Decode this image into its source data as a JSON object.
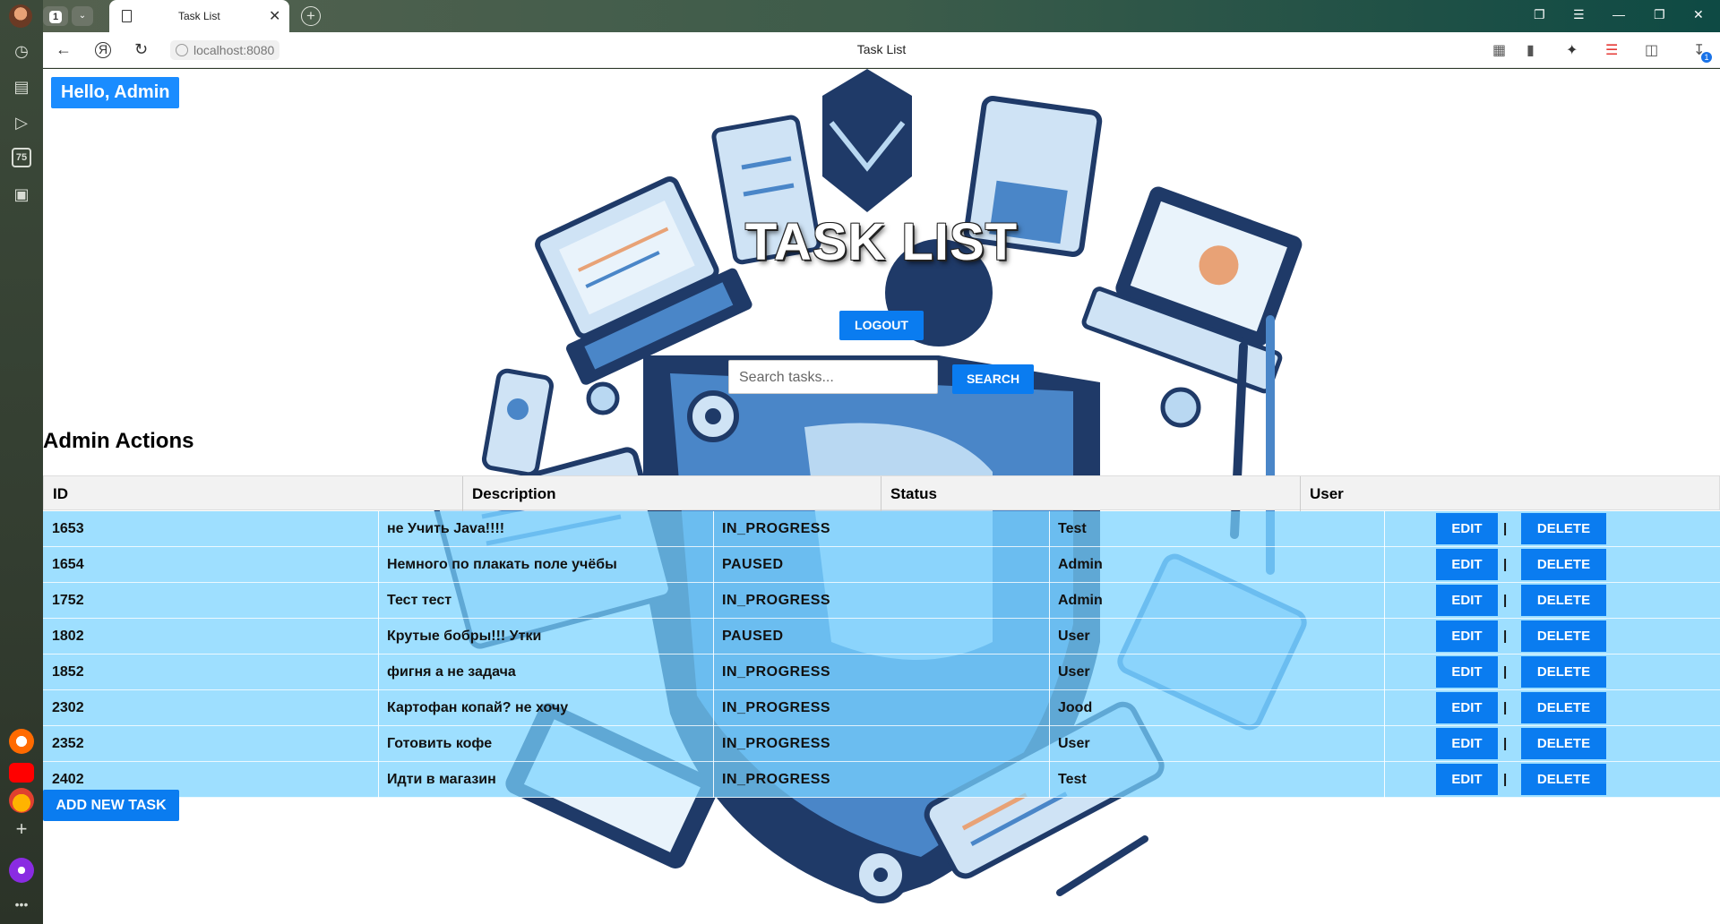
{
  "browser": {
    "tab_count": "1",
    "tab_title": "Task List",
    "url": "localhost:8080",
    "page_title": "Task List",
    "sidebar_badge": "75",
    "download_badge": "1"
  },
  "header": {
    "greeting": "Hello, Admin",
    "title": "TASK LIST",
    "logout_label": "LOGOUT",
    "search_placeholder": "Search tasks...",
    "search_label": "SEARCH"
  },
  "admin": {
    "section_title": "Admin Actions",
    "columns": [
      "ID",
      "Description",
      "Status",
      "User"
    ],
    "edit_label": "EDIT",
    "delete_label": "DELETE",
    "separator": "|",
    "add_label": "ADD NEW TASK",
    "rows": [
      {
        "id": "1653",
        "description": "не Учить Java!!!!",
        "status": "IN_PROGRESS",
        "user": "Test"
      },
      {
        "id": "1654",
        "description": "Немного по плакать поле учёбы",
        "status": "PAUSED",
        "user": "Admin"
      },
      {
        "id": "1752",
        "description": "Тест тест",
        "status": "IN_PROGRESS",
        "user": "Admin"
      },
      {
        "id": "1802",
        "description": "Крутые бобры!!! Утки",
        "status": "PAUSED",
        "user": "User"
      },
      {
        "id": "1852",
        "description": "фигня а не задача",
        "status": "IN_PROGRESS",
        "user": "User"
      },
      {
        "id": "2302",
        "description": "Картофан копай? не хочу",
        "status": "IN_PROGRESS",
        "user": "Jood"
      },
      {
        "id": "2352",
        "description": "Готовить кофе",
        "status": "IN_PROGRESS",
        "user": "User"
      },
      {
        "id": "2402",
        "description": "Идти в магазин",
        "status": "IN_PROGRESS",
        "user": "Test"
      }
    ]
  },
  "colors": {
    "accent": "#0a7cf0",
    "row_bg": "#79d3ff",
    "illustration_dark": "#1f3a68",
    "illustration_mid": "#4a86c8",
    "illustration_light": "#b9d8f2"
  }
}
